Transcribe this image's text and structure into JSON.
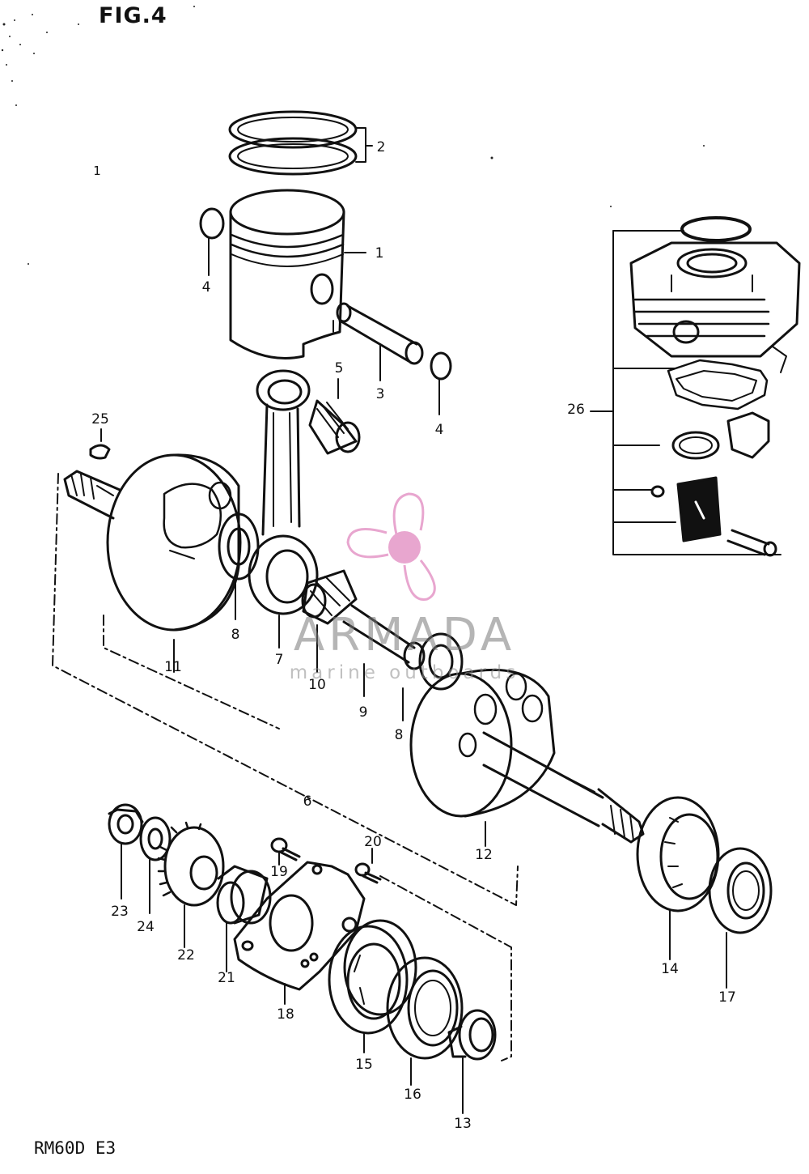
{
  "figure": {
    "title": "FIG.4",
    "model": "RM60D E3"
  },
  "callouts": [
    {
      "id": "c1",
      "text": "1"
    },
    {
      "id": "c2",
      "text": "2"
    },
    {
      "id": "c3",
      "text": "3"
    },
    {
      "id": "c4a",
      "text": "4"
    },
    {
      "id": "c4b",
      "text": "4"
    },
    {
      "id": "c5",
      "text": "5"
    },
    {
      "id": "c6",
      "text": "6"
    },
    {
      "id": "c7",
      "text": "7"
    },
    {
      "id": "c8a",
      "text": "8"
    },
    {
      "id": "c8b",
      "text": "8"
    },
    {
      "id": "c9",
      "text": "9"
    },
    {
      "id": "c10",
      "text": "10"
    },
    {
      "id": "c11",
      "text": "11"
    },
    {
      "id": "c12",
      "text": "12"
    },
    {
      "id": "c13",
      "text": "13"
    },
    {
      "id": "c14",
      "text": "14"
    },
    {
      "id": "c15",
      "text": "15"
    },
    {
      "id": "c16",
      "text": "16"
    },
    {
      "id": "c17",
      "text": "17"
    },
    {
      "id": "c18",
      "text": "18"
    },
    {
      "id": "c19",
      "text": "19"
    },
    {
      "id": "c20",
      "text": "20"
    },
    {
      "id": "c21",
      "text": "21"
    },
    {
      "id": "c22",
      "text": "22"
    },
    {
      "id": "c23",
      "text": "23"
    },
    {
      "id": "c24",
      "text": "24"
    },
    {
      "id": "c25",
      "text": "25"
    },
    {
      "id": "c26",
      "text": "26"
    },
    {
      "id": "c1s",
      "text": "1"
    }
  ],
  "watermark": {
    "name": "ARMADA",
    "tagline": "marine outboards",
    "logo_color": "#e8a6cf"
  }
}
